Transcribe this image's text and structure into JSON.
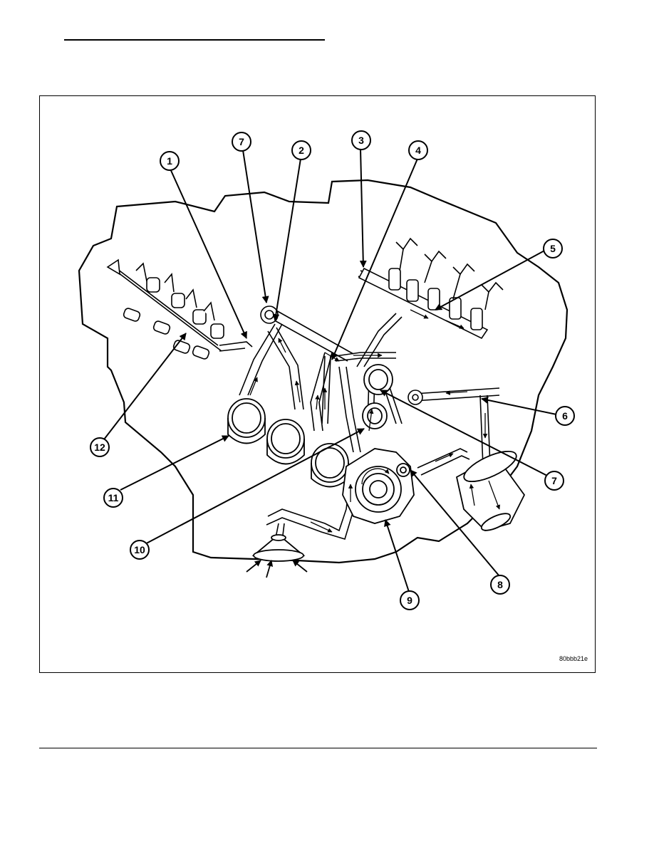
{
  "figure": {
    "id_code": "80bbb21e",
    "callouts": [
      {
        "key": "c1",
        "label": "1"
      },
      {
        "key": "c7a",
        "label": "7"
      },
      {
        "key": "c2",
        "label": "2"
      },
      {
        "key": "c3",
        "label": "3"
      },
      {
        "key": "c4",
        "label": "4"
      },
      {
        "key": "c5",
        "label": "5"
      },
      {
        "key": "c6",
        "label": "6"
      },
      {
        "key": "c7b",
        "label": "7"
      },
      {
        "key": "c8",
        "label": "8"
      },
      {
        "key": "c9",
        "label": "9"
      },
      {
        "key": "c10",
        "label": "10"
      },
      {
        "key": "c11",
        "label": "11"
      },
      {
        "key": "c12",
        "label": "12"
      }
    ]
  }
}
